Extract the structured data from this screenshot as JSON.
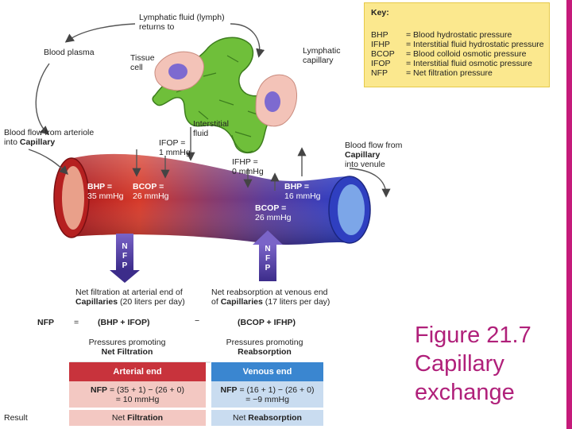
{
  "key": {
    "title": "Key:",
    "rows": [
      {
        "abbr": "BHP",
        "desc": "= Blood hydrostatic pressure"
      },
      {
        "abbr": "IFHP",
        "desc": "= Interstitial fluid hydrostatic pressure"
      },
      {
        "abbr": "BCOP",
        "desc": "= Blood colloid osmotic pressure"
      },
      {
        "abbr": "IFOP",
        "desc": "= Interstitial fluid osmotic pressure"
      },
      {
        "abbr": "NFP",
        "desc": "= Net filtration pressure"
      }
    ]
  },
  "labels": {
    "lymph_return_1": "Lymphatic fluid (lymph)",
    "lymph_return_2": "returns to",
    "blood_plasma": "Blood plasma",
    "tissue_cell_1": "Tissue",
    "tissue_cell_2": "cell",
    "lymph_cap_1": "Lymphatic",
    "lymph_cap_2": "capillary",
    "interstitial_1": "Interstitial",
    "interstitial_2": "fluid",
    "flow_in_1": "Blood flow from arteriole",
    "flow_in_2a": "into ",
    "flow_in_2b": "Capillary",
    "flow_out_1": "Blood flow from",
    "flow_out_2": "Capillary",
    "flow_out_3": "into venule",
    "ifop_1": "IFOP =",
    "ifop_2": "1 mmHg",
    "ifhp_1": "IFHP =",
    "ifhp_2": "0 mmHg",
    "bhp_art_1": "BHP =",
    "bhp_art_2": "35 mmHg",
    "bcop_art_1": "BCOP =",
    "bcop_art_2": "26 mmHg",
    "bhp_ven_1": "BHP =",
    "bhp_ven_2": "16 mmHg",
    "bcop_ven_1": "BCOP =",
    "bcop_ven_2": "26 mmHg",
    "nfp_letters": [
      "N",
      "F",
      "P"
    ]
  },
  "summary": {
    "filt_1": "Net filtration at arterial end of",
    "filt_2a": "Capillaries",
    "filt_2b": " (20 liters per day)",
    "reab_1": "Net reabsorption at venous end",
    "reab_2a": "of ",
    "reab_2b": "Capillaries",
    "reab_2c": " (17 liters per day)",
    "eq_nfp": "NFP",
    "eq_equals": "=",
    "eq_left": "(BHP + IFOP)",
    "eq_minus": "−",
    "eq_right": "(BCOP + IFHP)",
    "promo_filt_1": "Pressures promoting",
    "promo_filt_2": "Net Filtration",
    "promo_reab_1": "Pressures promoting",
    "promo_reab_2": "Reabsorption"
  },
  "table": {
    "arterial_header": "Arterial end",
    "venous_header": "Venous end",
    "arterial_calc_1a": "NFP",
    "arterial_calc_1b": " = (35 + 1) − (26 + 0)",
    "arterial_calc_2": "= 10 mmHg",
    "venous_calc_1a": "NFP",
    "venous_calc_1b": " = (16 + 1) − (26 + 0)",
    "venous_calc_2": "= −9 mmHg",
    "result_label": "Result",
    "arterial_result_a": "Net ",
    "arterial_result_b": "Filtration",
    "venous_result_a": "Net ",
    "venous_result_b": "Reabsorption"
  },
  "caption": {
    "line1": "Figure 21.7",
    "line2": "Capillary",
    "line3": "exchange"
  },
  "colors": {
    "arterial": "#c8333c",
    "venous": "#3a86d0",
    "caption": "#b0207a",
    "key_bg": "#fbe88e"
  }
}
